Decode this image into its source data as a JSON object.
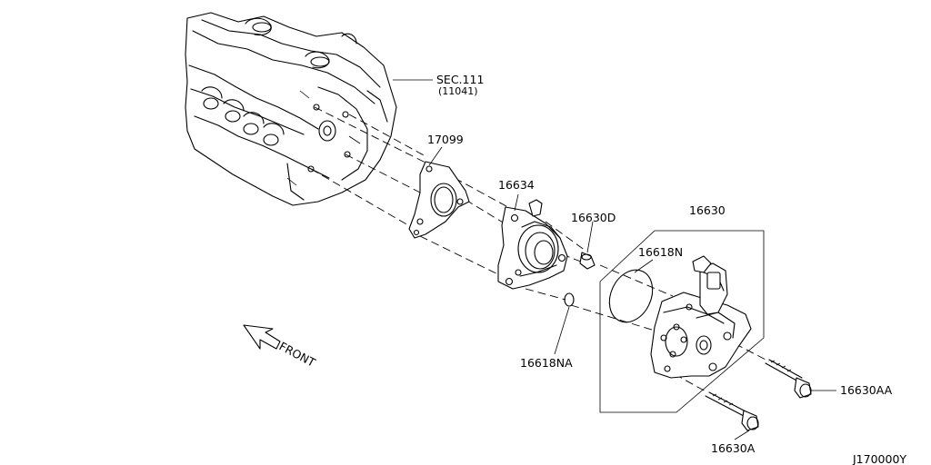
{
  "labels": {
    "sec": "SEC.111",
    "sec_sub": "(11041)",
    "gasket": "17099",
    "housing": "16634",
    "pump_assy": "16630",
    "dowel": "16630D",
    "oring": "16618N",
    "oring_a": "16618NA",
    "bolt_aa": "16630AA",
    "bolt_a": "16630A",
    "front": "FRONT",
    "diagram_id": "J170000Y"
  },
  "icons": {
    "front_arrow": "front-arrow-icon"
  }
}
